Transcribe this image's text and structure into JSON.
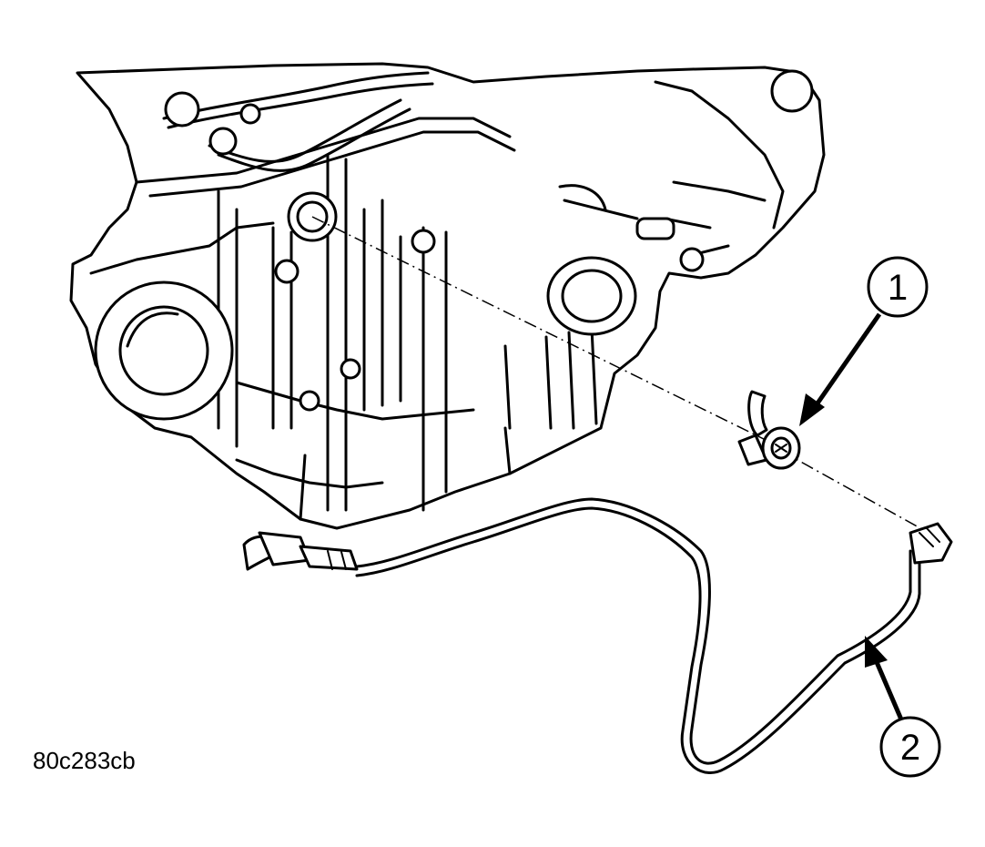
{
  "figure_id": "80c283cb",
  "callouts": [
    {
      "number": "1"
    },
    {
      "number": "2"
    }
  ]
}
